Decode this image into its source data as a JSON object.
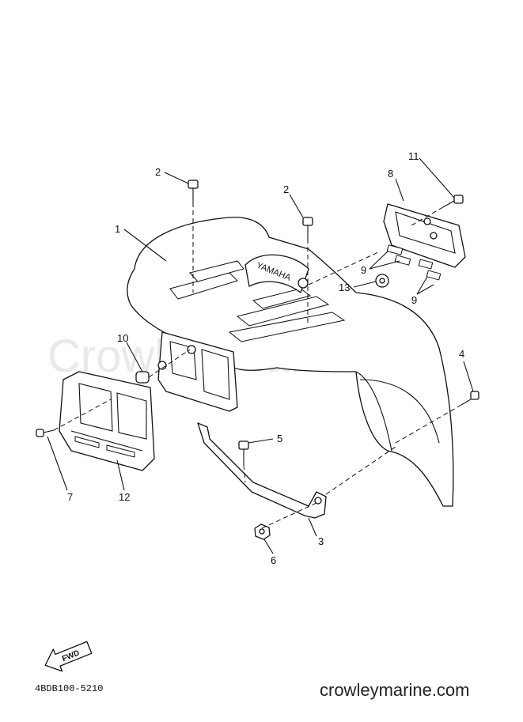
{
  "callouts": [
    {
      "id": "callout-1",
      "text": "1"
    },
    {
      "id": "callout-2a",
      "text": "2"
    },
    {
      "id": "callout-2b",
      "text": "2"
    },
    {
      "id": "callout-3",
      "text": "3"
    },
    {
      "id": "callout-4",
      "text": "4"
    },
    {
      "id": "callout-5",
      "text": "5"
    },
    {
      "id": "callout-6",
      "text": "6"
    },
    {
      "id": "callout-7",
      "text": "7"
    },
    {
      "id": "callout-8",
      "text": "8"
    },
    {
      "id": "callout-9a",
      "text": "9"
    },
    {
      "id": "callout-9b",
      "text": "9"
    },
    {
      "id": "callout-10",
      "text": "10"
    },
    {
      "id": "callout-11",
      "text": "11"
    },
    {
      "id": "callout-12",
      "text": "12"
    },
    {
      "id": "callout-13",
      "text": "13"
    }
  ],
  "logo_text": "YAMAHA",
  "fwd_label": "FWD",
  "diagram_code": "4BDB100-5210",
  "watermark": "Crowley Marine",
  "site": "crowleymarine.com"
}
